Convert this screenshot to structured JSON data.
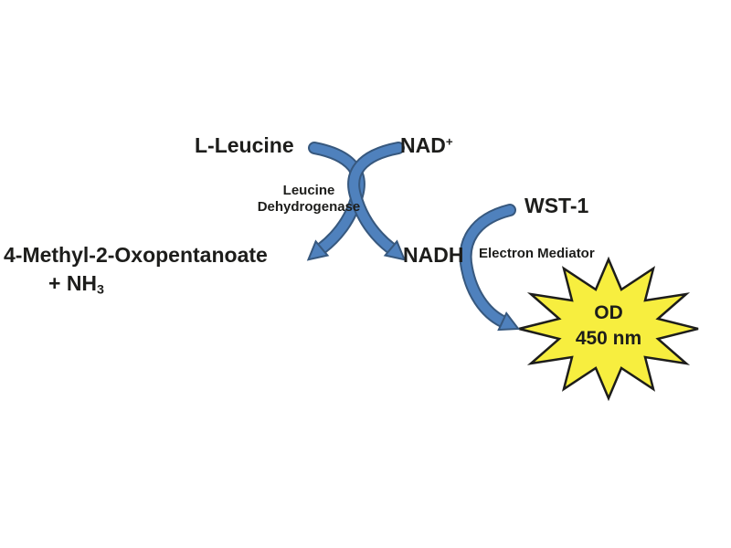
{
  "diagram": {
    "substrate": {
      "text": "L-Leucine"
    },
    "cofactor_oxidized": {
      "text": "NAD",
      "superscript": "+"
    },
    "enzyme": {
      "line1": "Leucine",
      "line2": "Dehydrogenase"
    },
    "product": {
      "text": "4-Methyl-2-Oxopentanoate"
    },
    "byproduct": {
      "text": "+ NH",
      "subscript": "3"
    },
    "cofactor_reduced": {
      "text": "NADH"
    },
    "mediator_substrate": {
      "text": "WST-1"
    },
    "mediator_label": {
      "text": "Electron Mediator"
    },
    "readout": {
      "line1": "OD",
      "line2": "450 nm"
    }
  },
  "colors": {
    "background": "#ffffff",
    "text": "#1d1d1b",
    "arrow_fill": "#4f81bd",
    "arrow_outline": "#37587e",
    "starburst_fill": "#f7ee3f",
    "starburst_outline": "#1d1d1b"
  }
}
